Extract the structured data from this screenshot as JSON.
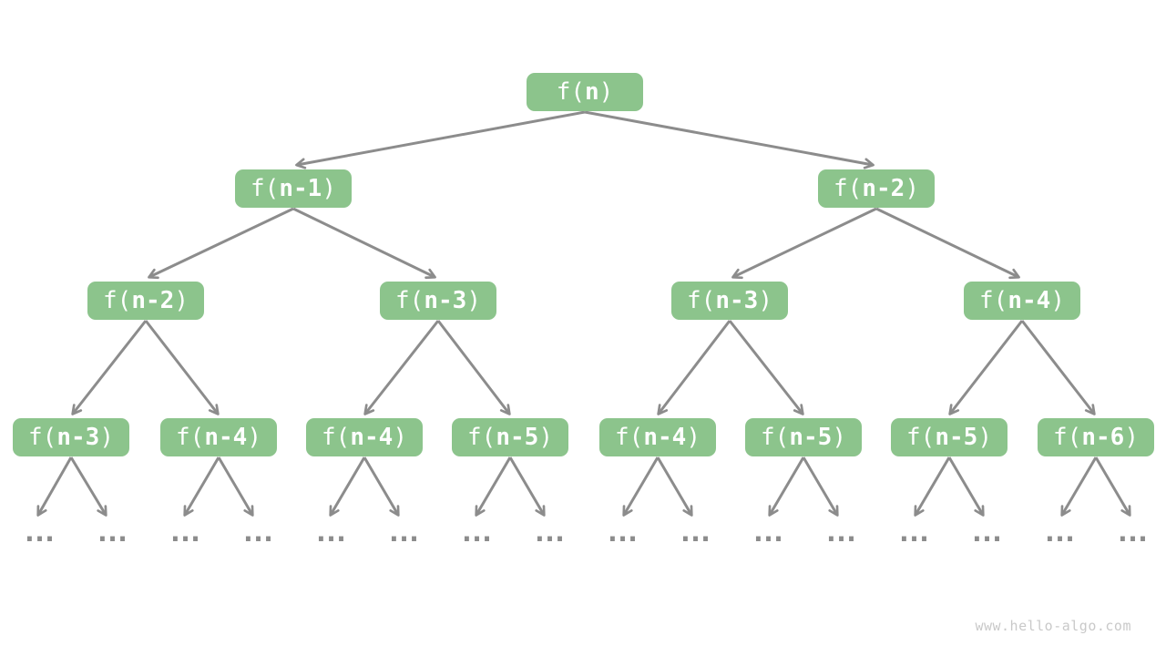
{
  "diagram": {
    "type": "recursion-tree",
    "node_fill_color": "#8CC48C",
    "node_text_color": "#FFFFFF",
    "edge_color": "#8C8C8C",
    "ellipsis_color": "#8C8C8C",
    "ellipsis": "...",
    "leaf_ellipsis_count": 16,
    "levels": [
      {
        "nodes": [
          {
            "label": "f(n)",
            "pre": "f(",
            "arg": "n",
            "post": ")"
          }
        ]
      },
      {
        "nodes": [
          {
            "label": "f(n-1)",
            "pre": "f(",
            "arg": "n-1",
            "post": ")"
          },
          {
            "label": "f(n-2)",
            "pre": "f(",
            "arg": "n-2",
            "post": ")"
          }
        ]
      },
      {
        "nodes": [
          {
            "label": "f(n-2)",
            "pre": "f(",
            "arg": "n-2",
            "post": ")"
          },
          {
            "label": "f(n-3)",
            "pre": "f(",
            "arg": "n-3",
            "post": ")"
          },
          {
            "label": "f(n-3)",
            "pre": "f(",
            "arg": "n-3",
            "post": ")"
          },
          {
            "label": "f(n-4)",
            "pre": "f(",
            "arg": "n-4",
            "post": ")"
          }
        ]
      },
      {
        "nodes": [
          {
            "label": "f(n-3)",
            "pre": "f(",
            "arg": "n-3",
            "post": ")"
          },
          {
            "label": "f(n-4)",
            "pre": "f(",
            "arg": "n-4",
            "post": ")"
          },
          {
            "label": "f(n-4)",
            "pre": "f(",
            "arg": "n-4",
            "post": ")"
          },
          {
            "label": "f(n-5)",
            "pre": "f(",
            "arg": "n-5",
            "post": ")"
          },
          {
            "label": "f(n-4)",
            "pre": "f(",
            "arg": "n-4",
            "post": ")"
          },
          {
            "label": "f(n-5)",
            "pre": "f(",
            "arg": "n-5",
            "post": ")"
          },
          {
            "label": "f(n-5)",
            "pre": "f(",
            "arg": "n-5",
            "post": ")"
          },
          {
            "label": "f(n-6)",
            "pre": "f(",
            "arg": "n-6",
            "post": ")"
          }
        ]
      }
    ]
  },
  "watermark": {
    "text": "www.hello-algo.com",
    "color": "#C9C9C9"
  }
}
